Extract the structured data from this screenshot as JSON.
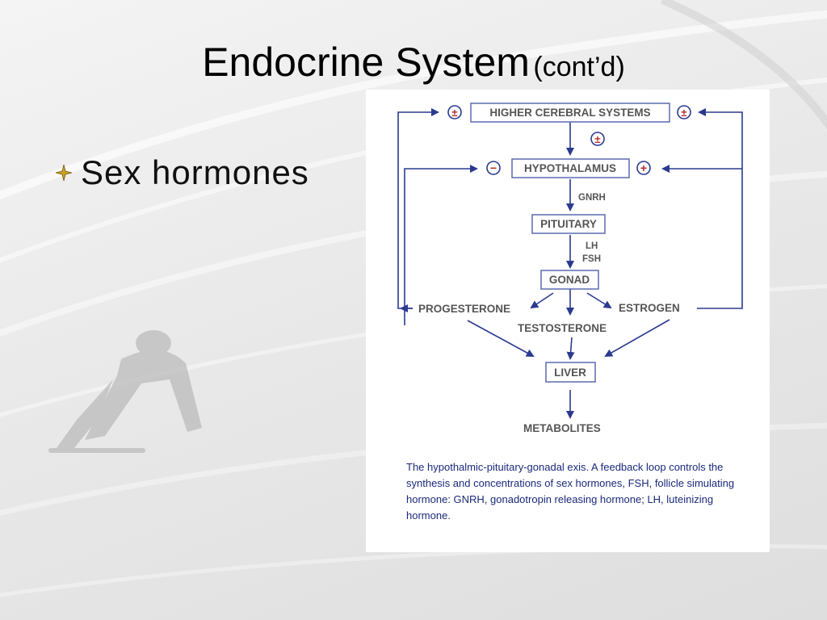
{
  "slide": {
    "title": "Endocrine System",
    "title_suffix": "(cont’d)",
    "bullet": "Sex hormones"
  },
  "diagram": {
    "nodes": {
      "higher": "HIGHER CEREBRAL SYSTEMS",
      "hypothalamus": "HYPOTHALAMUS",
      "pituitary": "PITUITARY",
      "gonad": "GONAD",
      "liver": "LIVER"
    },
    "labels": {
      "gnrh": "GNRH",
      "lh": "LH",
      "fsh": "FSH",
      "progesterone": "PROGESTERONE",
      "estrogen": "ESTROGEN",
      "testosterone": "TESTOSTERONE",
      "metabolites": "METABOLITES"
    },
    "signs": {
      "plus_minus": "±",
      "minus": "−",
      "plus": "+"
    },
    "caption": "The hypothalmic-pituitary-gonadal exis.  A feedback loop controls the synthesis and concentrations of sex hormones, FSH, follicle simulating hormone: GNRH, gonadotropin releasing hormone; LH, luteinizing hormone."
  },
  "colors": {
    "arrow": "#2b3a8f",
    "box_border": "#5a6ab0",
    "text": "#555555"
  }
}
